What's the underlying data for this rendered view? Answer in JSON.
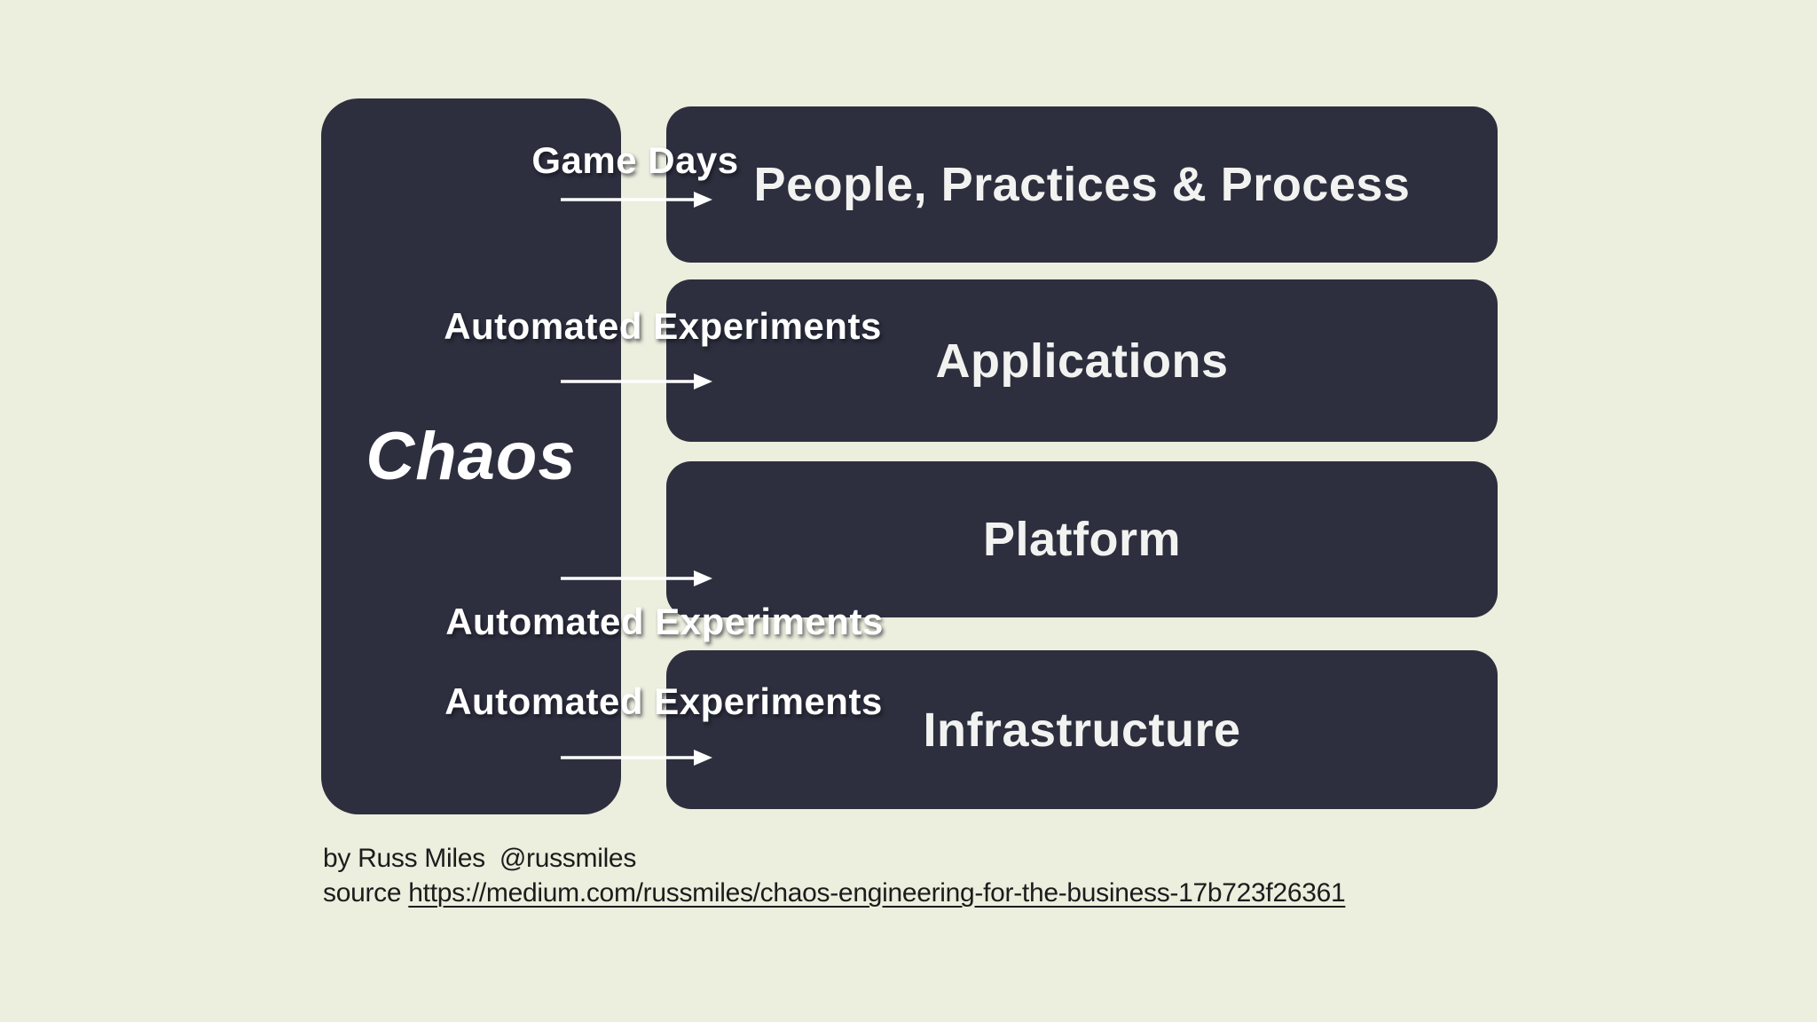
{
  "diagram": {
    "source": {
      "label": "Chaos"
    },
    "targets": [
      {
        "label": "People, Practices & Process",
        "arrow_label": "Game Days",
        "arrow_label_position": "above"
      },
      {
        "label": "Applications",
        "arrow_label": "Automated Experiments",
        "arrow_label_position": "above"
      },
      {
        "label": "Platform",
        "arrow_label": "Automated Experiments",
        "arrow_label_position": "below"
      },
      {
        "label": "Infrastructure",
        "arrow_label": "Automated Experiments",
        "arrow_label_position": "above"
      }
    ],
    "colors": {
      "background": "#eceede",
      "box": "#2d2f3e",
      "box_text": "#f2f3f1",
      "arrow_and_labels": "#ffffff",
      "attribution_text": "#1c1c1c"
    }
  },
  "attribution": {
    "byline": "by Russ Miles  @russmiles",
    "source_prefix": "source ",
    "source_link": "https://medium.com/russmiles/chaos-engineering-for-the-business-17b723f26361"
  }
}
